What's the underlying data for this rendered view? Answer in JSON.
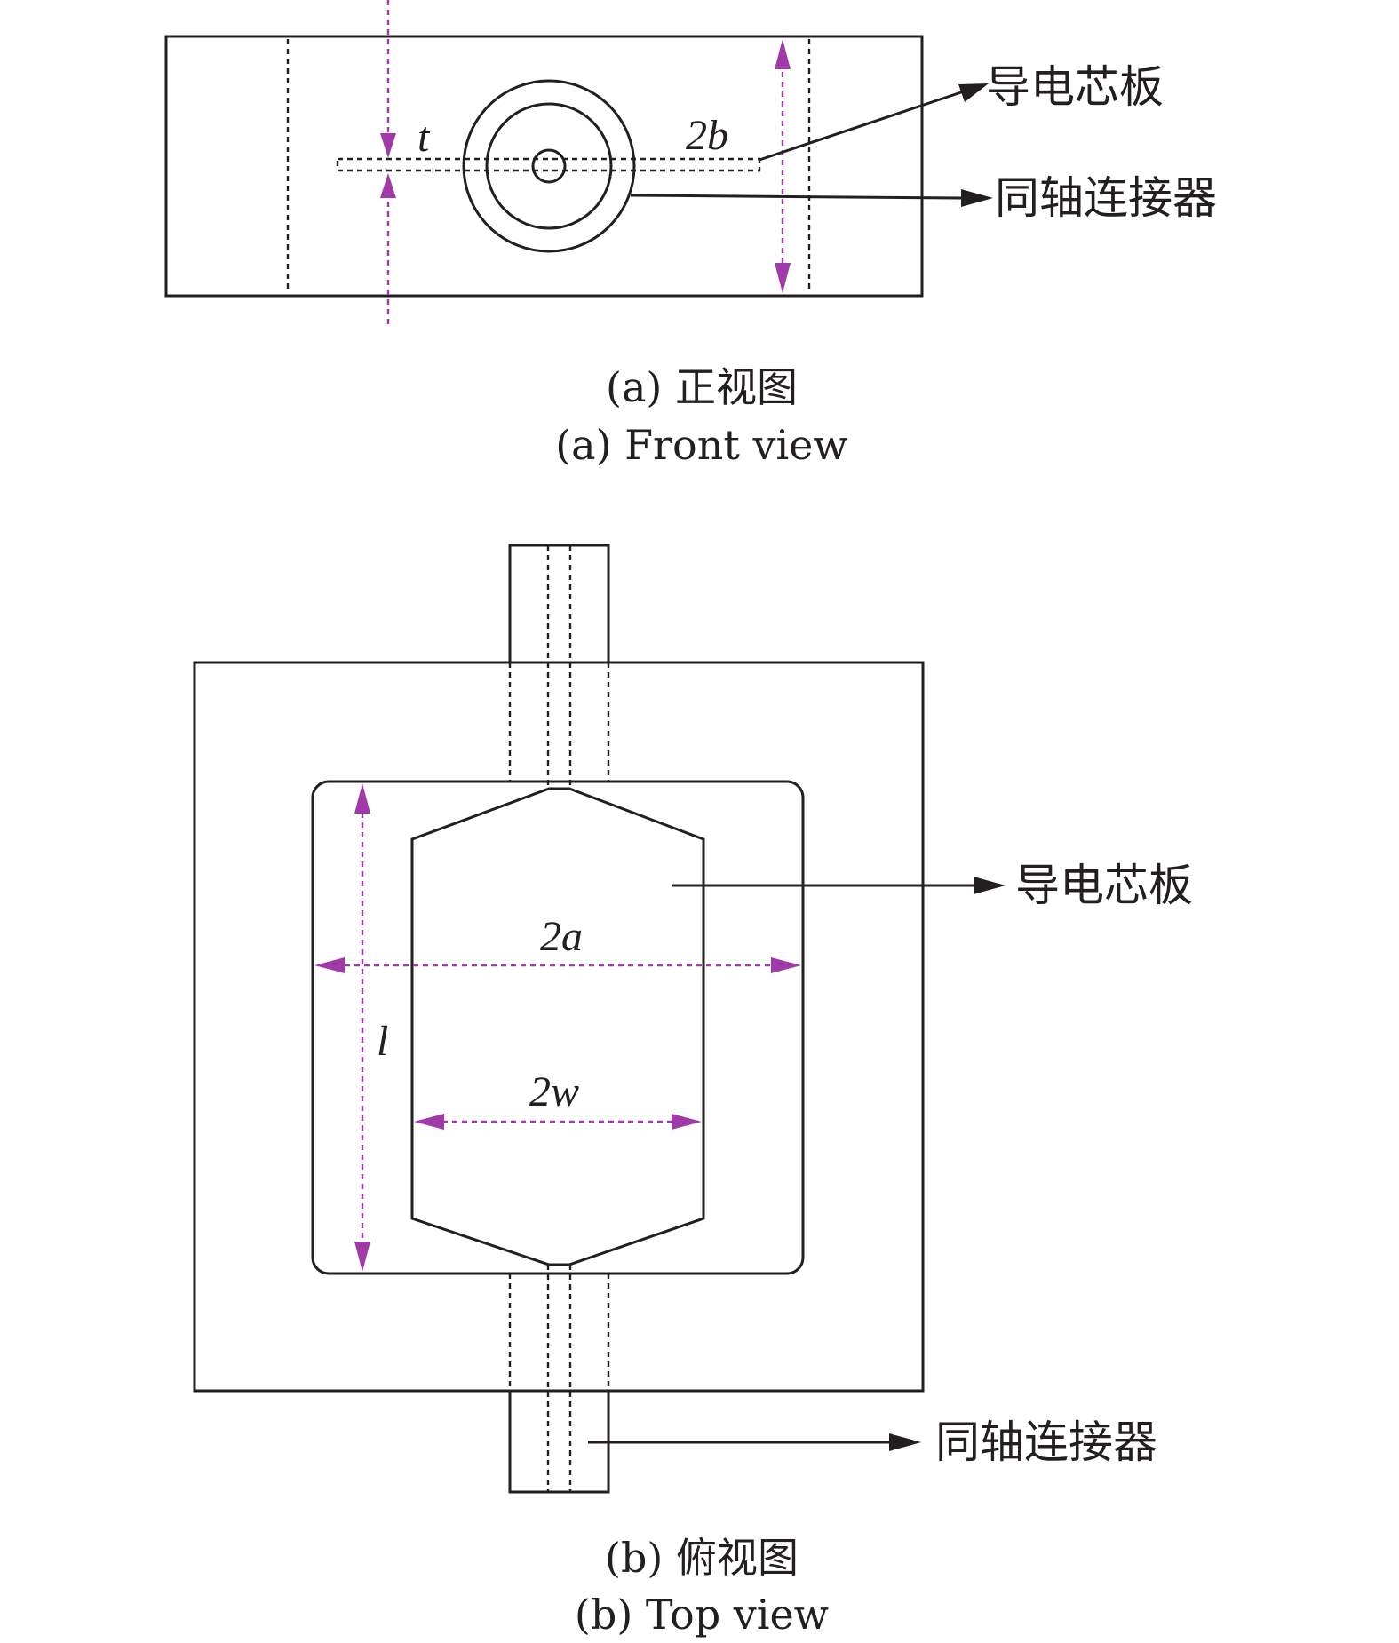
{
  "front_view": {
    "label_core_plate": "导电芯板",
    "label_coax_connector": "同轴连接器",
    "dim_thickness": "t",
    "dim_height": "2b",
    "caption_cn": "(a) 正视图",
    "caption_en": "(a) Front view"
  },
  "top_view": {
    "label_core_plate": "导电芯板",
    "label_coax_connector": "同轴连接器",
    "dim_width_outer": "2a",
    "dim_length": "l",
    "dim_width_inner": "2w",
    "caption_cn": "(b) 俯视图",
    "caption_en": "(b) Top view"
  },
  "colors": {
    "line": "#231f20",
    "dimension": "#a03aa8",
    "background": "#ffffff"
  }
}
